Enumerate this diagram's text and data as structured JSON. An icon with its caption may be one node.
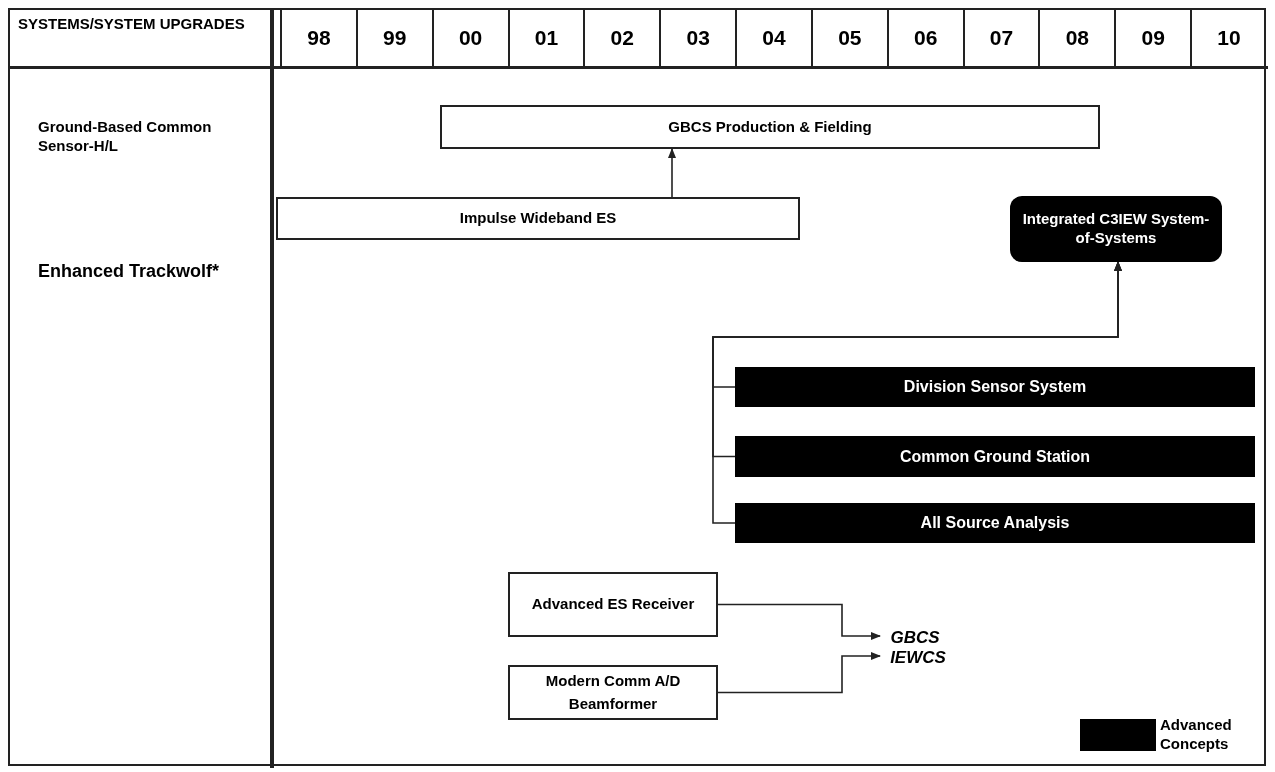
{
  "diagram": {
    "nodes": [
      {
        "text": [
          "GBCS Production & Fielding"
        ]
      },
      {
        "text": [
          "Impulse Wideband ES"
        ]
      },
      {
        "text": [
          "Integrated C3IEW System-of-Systems"
        ]
      },
      {
        "text": [
          "Division Sensor System"
        ]
      },
      {
        "text": [
          "Common Ground Station"
        ]
      },
      {
        "text": [
          "All Source Analysis"
        ]
      },
      {
        "text": [
          "Advanced ES Receiver"
        ]
      },
      {
        "text": [
          "Modern Comm A/D Beamformer"
        ]
      },
      {
        "text": [
          "GBCS"
        ]
      },
      {
        "text": [
          "IEWCS"
        ]
      }
    ],
    "edges": [
      {
        "from": 1,
        "to": 0,
        "arrow": "to"
      },
      {
        "from": 3,
        "to": 2,
        "arrow": "to"
      },
      {
        "from": 4,
        "to": 2,
        "arrow": "to"
      },
      {
        "from": 5,
        "to": 2,
        "arrow": "to"
      },
      {
        "from": 6,
        "to": 8,
        "arrow": "to"
      },
      {
        "from": 7,
        "to": 9,
        "arrow": "to"
      }
    ],
    "labels": [
      "SYSTEMS/SYSTEM UPGRADES",
      "98",
      "99",
      "00",
      "01",
      "02",
      "03",
      "04",
      "05",
      "06",
      "07",
      "08",
      "09",
      "10",
      "Ground-Based Common Sensor-H/L",
      "Enhanced Trackwolf*"
    ],
    "legend": [
      {
        "text": "Advanced Concepts",
        "color": "#000000"
      }
    ]
  }
}
